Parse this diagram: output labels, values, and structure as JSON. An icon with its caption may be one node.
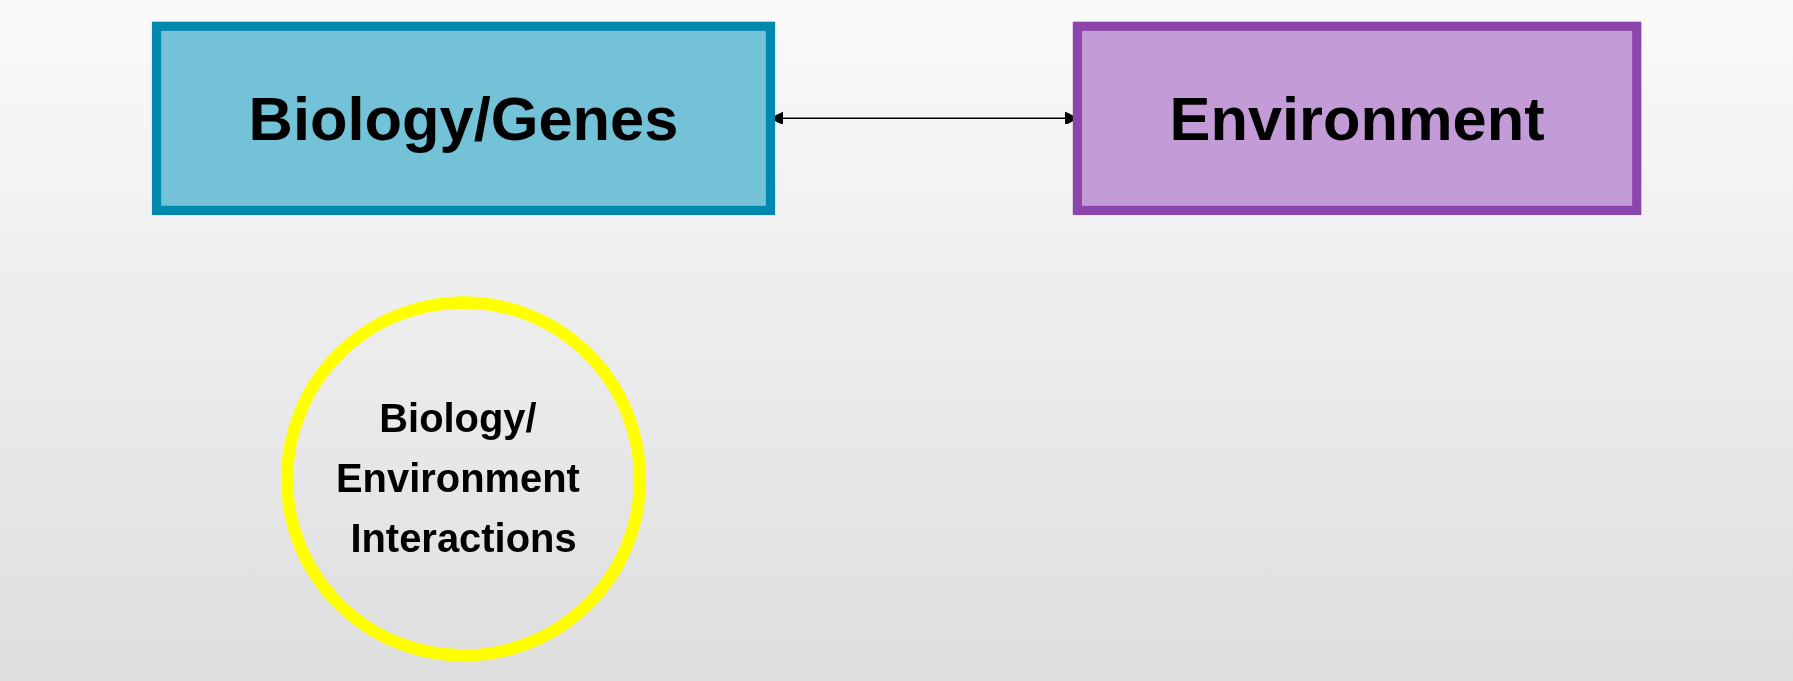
{
  "diagram": {
    "nodes": [
      {
        "text": [
          "Biology/Genes"
        ]
      },
      {
        "text": [
          "Biology/ Environment Interactions"
        ]
      },
      {
        "text": [
          "Environment"
        ]
      }
    ],
    "edges": [
      {
        "from": 0,
        "to": 2,
        "arrow": "both"
      }
    ]
  }
}
